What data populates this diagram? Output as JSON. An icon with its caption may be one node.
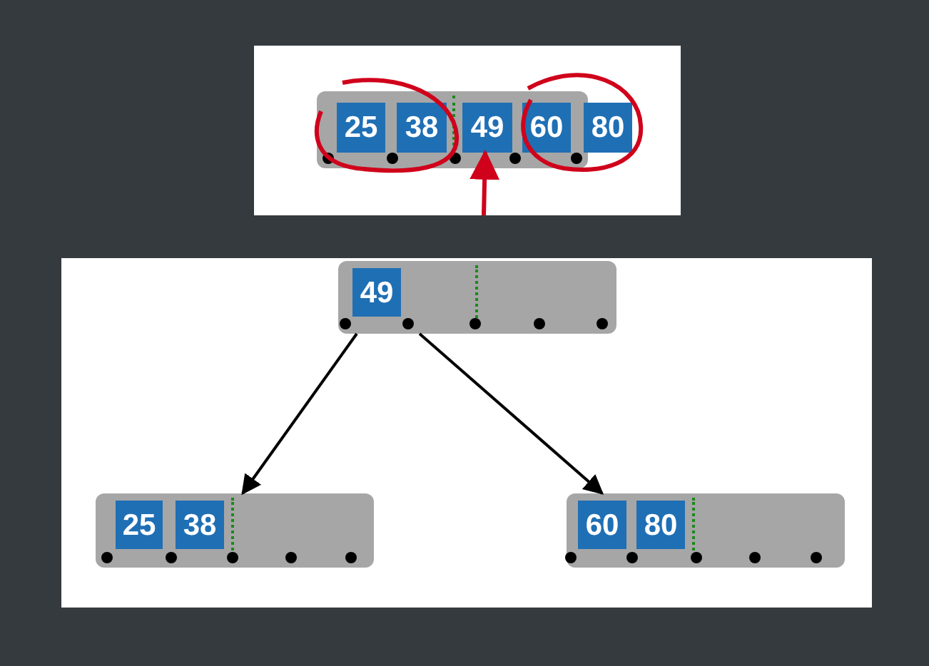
{
  "diagram": {
    "nodes": [
      {
        "text": [],
        "shape": "bar"
      },
      {
        "text": [
          "25"
        ],
        "in": 0
      },
      {
        "text": [
          "38"
        ],
        "in": 0
      },
      {
        "text": [
          "49"
        ],
        "in": 0
      },
      {
        "text": [
          "60"
        ],
        "in": 0
      },
      {
        "text": [
          "80"
        ]
      },
      {
        "text": [],
        "shape": "bar"
      },
      {
        "text": [
          "49"
        ],
        "in": 6
      },
      {
        "text": [],
        "shape": "bar"
      },
      {
        "text": [
          "25"
        ],
        "in": 8
      },
      {
        "text": [
          "38"
        ],
        "in": 8
      },
      {
        "text": [],
        "shape": "bar"
      },
      {
        "text": [
          "60"
        ],
        "in": 11
      },
      {
        "text": [
          "80"
        ],
        "in": 11
      }
    ],
    "edges": [
      {
        "from": null,
        "to": 3,
        "arrow": "to",
        "color": "#d0021b"
      },
      {
        "from": 6,
        "to": 8,
        "arrow": "to"
      },
      {
        "from": 6,
        "to": 11,
        "arrow": "to"
      }
    ]
  }
}
